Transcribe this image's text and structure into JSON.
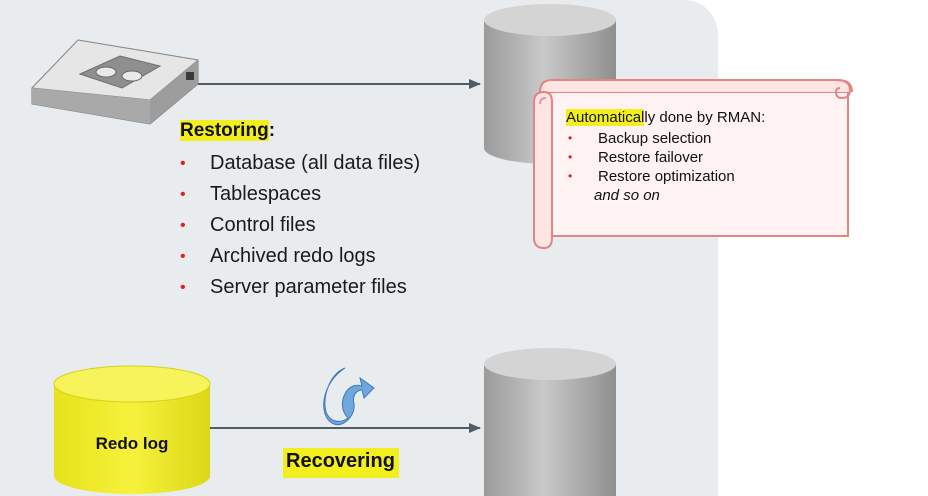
{
  "restore": {
    "title_highlighted": "Restoring",
    "title_suffix": ":",
    "items": [
      "Database (all data files)",
      "Tablespaces",
      "Control files",
      "Archived redo logs",
      "Server parameter files"
    ]
  },
  "note": {
    "intro_highlighted": "Automatical",
    "intro_rest": "ly done by RMAN:",
    "items": [
      "Backup selection",
      "Restore failover",
      "Restore optimization"
    ],
    "etc": "and so on"
  },
  "redo_log": {
    "label": "Redo log"
  },
  "recovering": {
    "label": "Recovering"
  },
  "icons": {
    "tape": "tape-drive-icon",
    "redo": "recover-arrow-icon",
    "target_db": "database-icon"
  },
  "colors": {
    "highlight": "#f3ef1f",
    "bullet": "#e0201a",
    "redo_cylinder": "#f3ef1f",
    "db_cylinder": "#b0b0b0",
    "scroll_border": "#e18585",
    "scroll_fill": "#fff2f2",
    "arrow": "#4f5e66"
  }
}
